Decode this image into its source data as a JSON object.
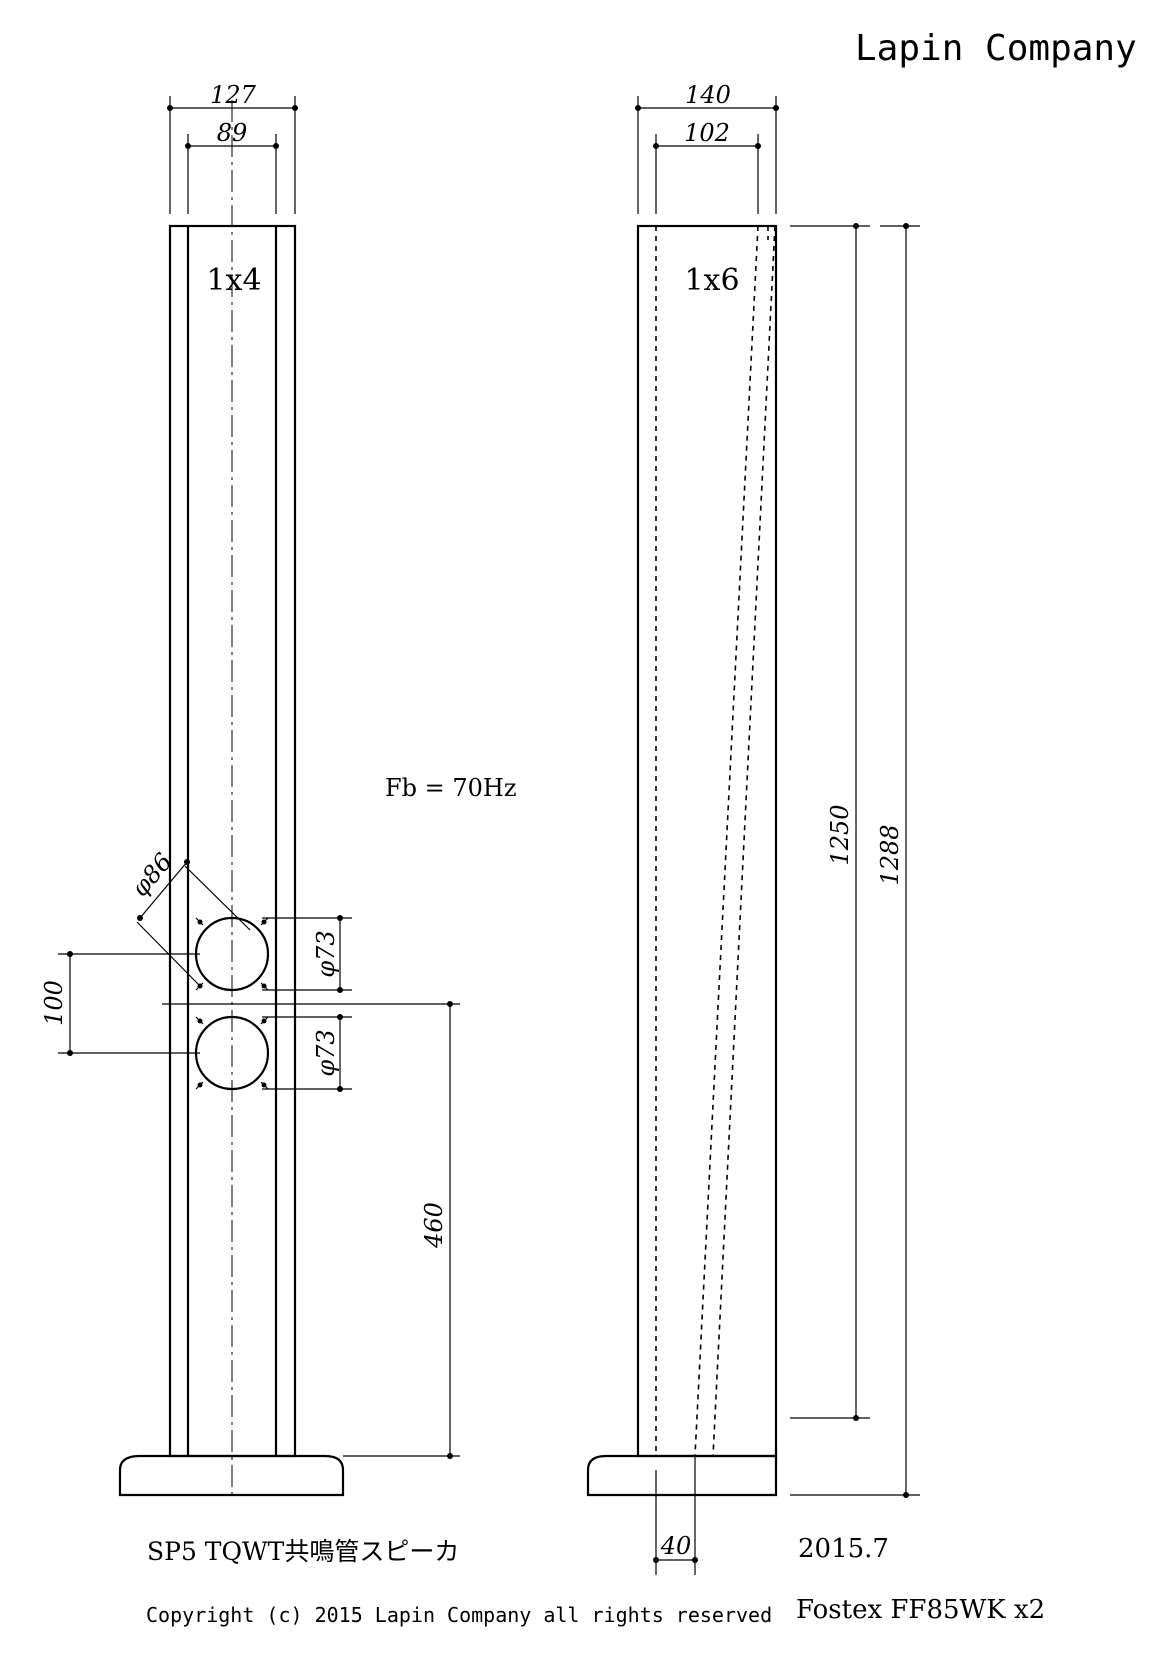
{
  "header": {
    "company": "Lapin Company"
  },
  "front_view": {
    "board_label": "1x4",
    "dim_outer": "127",
    "dim_inner": "89",
    "dim_cutout_diag": "φ86",
    "dim_hole_upper": "φ73",
    "dim_hole_lower": "φ73",
    "dim_spacing": "100",
    "dim_height_port": "460"
  },
  "side_view": {
    "board_label": "1x6",
    "dim_outer": "140",
    "dim_inner": "102",
    "dim_height_inner": "1250",
    "dim_height_total": "1288",
    "dim_opening": "40"
  },
  "notes": {
    "fb": "Fb = 70Hz",
    "title": "SP5 TQWT共鳴管スピーカ",
    "date": "2015.7",
    "driver": "Fostex FF85WK x2",
    "copyright": "Copyright (c) 2015 Lapin Company all rights reserved"
  }
}
